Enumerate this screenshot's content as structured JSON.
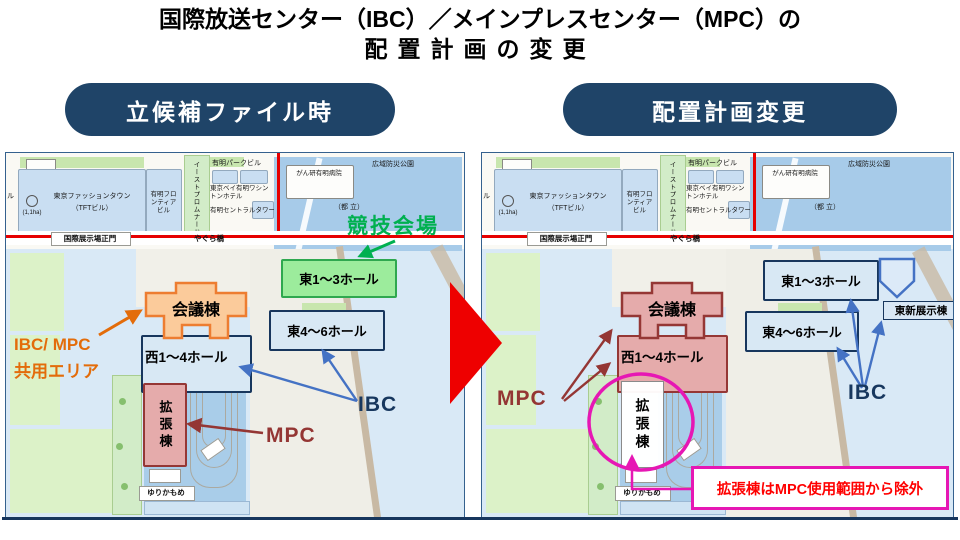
{
  "title": {
    "line1": "国際放送センター（IBC）／メインプレスセンター（MPC）の",
    "line2": "配置計画の変更"
  },
  "panels": {
    "before": {
      "banner": "立候補ファイル時"
    },
    "after": {
      "banner": "配置計画変更"
    }
  },
  "base_map": {
    "labels": {
      "bldg_fragment": "ル",
      "area_1_1ha": "(1,1ha)",
      "tft_line1": "東京ファッションタウン",
      "tft_line2": "（TFTビル）",
      "frontier": "有明フロンティアビル",
      "east_promenade": "イーストプロムナード",
      "park_bldg": "有明パークビル",
      "bay_hotel": "東京ベイ有明ワシントンホテル",
      "central_tower": "有明セントラルタワー",
      "disaster_park": "広域防災公園",
      "cancer_hospital": "がん研有明病院",
      "metropolitan": "（都 立）",
      "main_gate": "国際展示場正門",
      "yagura_bridge": "やぐら橋",
      "yurikamome": "ゆりかもめ"
    }
  },
  "before_map": {
    "venue_label": "競技会場",
    "shared_line1": "IBC/ MPC",
    "shared_line2": "共用エリア",
    "ibc": "IBC",
    "mpc": "MPC",
    "halls": {
      "conference": "会議棟",
      "east13": "東1～3ホール",
      "east46": "東4～6ホール",
      "west14": "西1～4ホール",
      "expansion": "拡張棟"
    }
  },
  "after_map": {
    "ibc": "IBC",
    "mpc": "MPC",
    "east_new": "東新展示棟",
    "callout": "拡張棟はMPC使用範囲から除外",
    "halls": {
      "conference": "会議棟",
      "east13": "東1～3ホール",
      "east46": "東4～6ホール",
      "west14": "西1～4ホール",
      "expansion": "拡張棟"
    }
  },
  "colors": {
    "banner_navy": "#1F4468",
    "ibc_blue": "#17375E",
    "mpc_red": "#943634",
    "venue_green": "#00B050",
    "shared_orange": "#E36C0A",
    "highlight_magenta": "#E617B4",
    "callout_red": "#FF0000",
    "change_arrow_red": "#EE0000"
  }
}
